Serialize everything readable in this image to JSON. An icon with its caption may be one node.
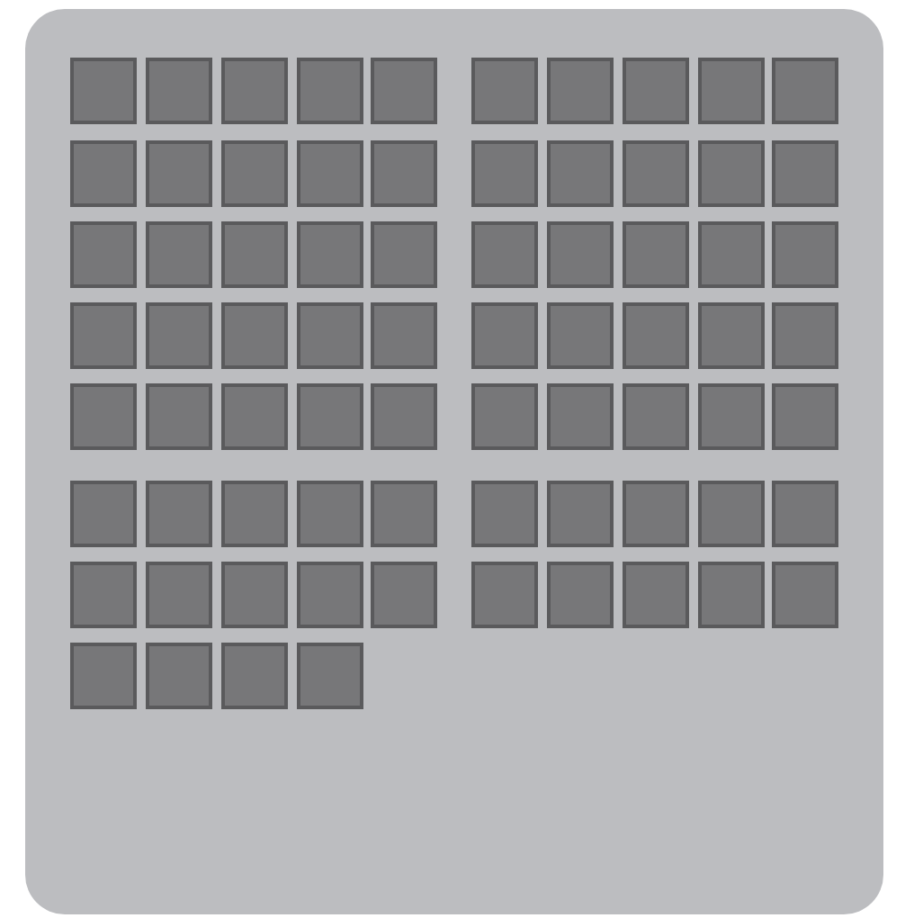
{
  "diagram": {
    "nodes": [
      {
        "text": [],
        "shape": "box"
      },
      {
        "text": [],
        "shape": "box",
        "in": 0
      },
      {
        "text": [],
        "shape": "box",
        "in": 0
      },
      {
        "text": [],
        "shape": "box",
        "in": 0
      },
      {
        "text": [],
        "shape": "box",
        "in": 0
      },
      {
        "text": [],
        "shape": "box",
        "in": 0
      },
      {
        "text": [],
        "shape": "box",
        "in": 0
      },
      {
        "text": [],
        "shape": "box",
        "in": 0
      },
      {
        "text": [],
        "shape": "box",
        "in": 0
      },
      {
        "text": [],
        "shape": "box",
        "in": 0
      },
      {
        "text": [],
        "shape": "box",
        "in": 0
      },
      {
        "text": [],
        "shape": "box",
        "in": 0
      },
      {
        "text": [],
        "shape": "box",
        "in": 0
      },
      {
        "text": [],
        "shape": "box",
        "in": 0
      },
      {
        "text": [],
        "shape": "box",
        "in": 0
      },
      {
        "text": [],
        "shape": "box",
        "in": 0
      },
      {
        "text": [],
        "shape": "box",
        "in": 0
      },
      {
        "text": [],
        "shape": "box",
        "in": 0
      },
      {
        "text": [],
        "shape": "box",
        "in": 0
      },
      {
        "text": [],
        "shape": "box",
        "in": 0
      },
      {
        "text": [],
        "shape": "box",
        "in": 0
      },
      {
        "text": [],
        "shape": "box",
        "in": 0
      },
      {
        "text": [],
        "shape": "box",
        "in": 0
      },
      {
        "text": [],
        "shape": "box",
        "in": 0
      },
      {
        "text": [],
        "shape": "box",
        "in": 0
      },
      {
        "text": [],
        "shape": "box",
        "in": 0
      },
      {
        "text": [],
        "shape": "box",
        "in": 0
      },
      {
        "text": [],
        "shape": "box",
        "in": 0
      },
      {
        "text": [],
        "shape": "box",
        "in": 0
      },
      {
        "text": [],
        "shape": "box",
        "in": 0
      },
      {
        "text": [],
        "shape": "box",
        "in": 0
      },
      {
        "text": [],
        "shape": "box",
        "in": 0
      },
      {
        "text": [],
        "shape": "box",
        "in": 0
      },
      {
        "text": [],
        "shape": "box",
        "in": 0
      },
      {
        "text": [],
        "shape": "box",
        "in": 0
      },
      {
        "text": [],
        "shape": "box",
        "in": 0
      },
      {
        "text": [],
        "shape": "box",
        "in": 0
      },
      {
        "text": [],
        "shape": "box",
        "in": 0
      },
      {
        "text": [],
        "shape": "box",
        "in": 0
      },
      {
        "text": [],
        "shape": "box",
        "in": 0
      },
      {
        "text": [],
        "shape": "box",
        "in": 0
      },
      {
        "text": [],
        "shape": "box",
        "in": 0
      },
      {
        "text": [],
        "shape": "box",
        "in": 0
      },
      {
        "text": [],
        "shape": "box",
        "in": 0
      },
      {
        "text": [],
        "shape": "box",
        "in": 0
      },
      {
        "text": [],
        "shape": "box",
        "in": 0
      },
      {
        "text": [],
        "shape": "box",
        "in": 0
      },
      {
        "text": [],
        "shape": "box",
        "in": 0
      },
      {
        "text": [],
        "shape": "box",
        "in": 0
      },
      {
        "text": [],
        "shape": "box",
        "in": 0
      },
      {
        "text": [],
        "shape": "box",
        "in": 0
      },
      {
        "text": [],
        "shape": "box",
        "in": 0
      },
      {
        "text": [],
        "shape": "box",
        "in": 0
      },
      {
        "text": [],
        "shape": "box",
        "in": 0
      },
      {
        "text": [],
        "shape": "box",
        "in": 0
      },
      {
        "text": [],
        "shape": "box",
        "in": 0
      },
      {
        "text": [],
        "shape": "box",
        "in": 0
      },
      {
        "text": [],
        "shape": "box",
        "in": 0
      },
      {
        "text": [],
        "shape": "box",
        "in": 0
      },
      {
        "text": [],
        "shape": "box",
        "in": 0
      },
      {
        "text": [],
        "shape": "box",
        "in": 0
      },
      {
        "text": [],
        "shape": "box",
        "in": 0
      },
      {
        "text": [],
        "shape": "box",
        "in": 0
      },
      {
        "text": [],
        "shape": "box",
        "in": 0
      },
      {
        "text": [],
        "shape": "box",
        "in": 0
      },
      {
        "text": [],
        "shape": "box",
        "in": 0
      },
      {
        "text": [],
        "shape": "box",
        "in": 0
      },
      {
        "text": [],
        "shape": "box",
        "in": 0
      },
      {
        "text": [],
        "shape": "box",
        "in": 0
      },
      {
        "text": [],
        "shape": "box",
        "in": 0
      },
      {
        "text": [],
        "shape": "box",
        "in": 0
      },
      {
        "text": [],
        "shape": "box",
        "in": 0
      },
      {
        "text": [],
        "shape": "box",
        "in": 0
      },
      {
        "text": [],
        "shape": "box",
        "in": 0
      },
      {
        "text": [],
        "shape": "box",
        "in": 0
      }
    ]
  }
}
